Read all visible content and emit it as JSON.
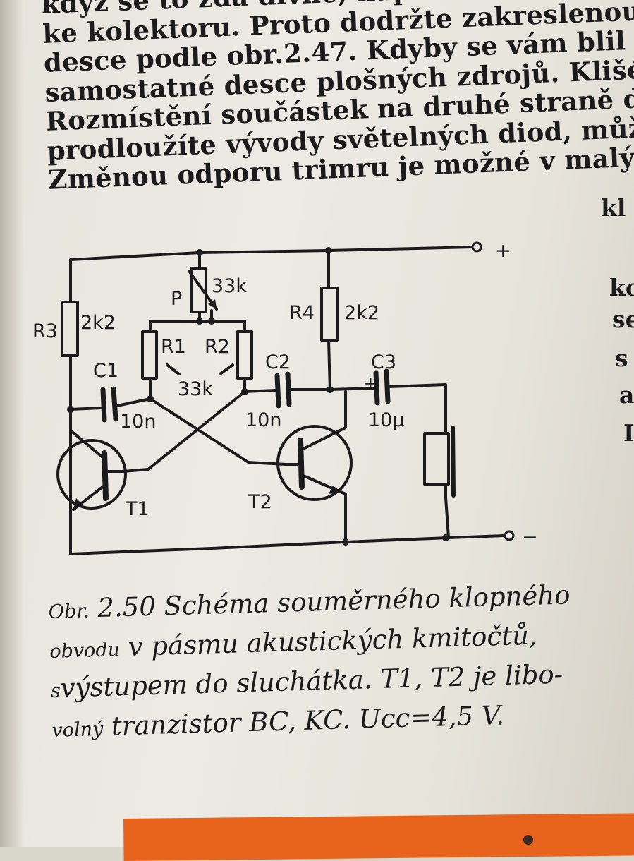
{
  "body_text": [
    "když se to zdá divné, nap",
    "ke kolektoru. Proto dodržte zakreslenou p",
    "desce podle obr.2.47. Kdyby se vám blil",
    "samostatné desce plošných zdrojů. Klišé",
    "Rozmístění součástek na druhé straně d",
    "prodloužíte vývody světelných diod, může",
    "Změnou odporu trimru je možné v malých"
  ],
  "margin_words": [
    "kl",
    "ko",
    "se",
    "s",
    "a",
    "I"
  ],
  "schematic": {
    "labels": {
      "plus": "+",
      "minus": "−",
      "r3": "R3",
      "r3_value": "2k2",
      "p": "P",
      "p_value": "33k",
      "r1": "R1",
      "r2": "R2",
      "r12_value": "33k",
      "r4": "R4",
      "r4_value": "2k2",
      "c1": "C1",
      "c1_value": "10n",
      "c2": "C2",
      "c2_value": "10n",
      "c3": "C3",
      "c3_value": "10µ",
      "c3_polarity": "+",
      "t1": "T1",
      "t2": "T2"
    }
  },
  "caption": {
    "lines": [
      {
        "small": "Obr.",
        "text": " 2.50 Schéma souměrného klopného"
      },
      {
        "small": "obvodu",
        "text": " v pásmu akustických kmitočtů,"
      },
      {
        "small": "s",
        "text": "výstupem do sluchátka. T1, T2 je libo-"
      },
      {
        "small": "volný",
        "text": " tranzistor BC, KC. Ucc=4,5 V."
      }
    ]
  },
  "colors": {
    "paper": "#eceae3",
    "ink": "#1b1a1c",
    "orange_strip": "#e8641c"
  }
}
